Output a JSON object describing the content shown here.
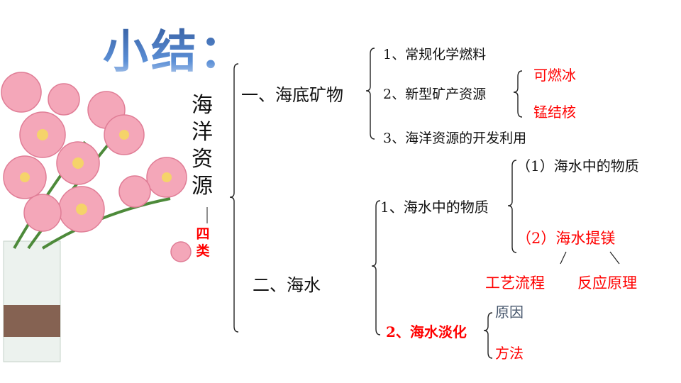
{
  "title": "小结：",
  "root": "海洋资源",
  "root_note": "四类",
  "branch1": {
    "label": "一、海底矿物",
    "items": [
      "1、常规化学燃料",
      "2、新型矿产资源",
      "3、海洋资源的开发利用"
    ],
    "sub": [
      "可燃冰",
      "锰结核"
    ]
  },
  "branch2": {
    "label": "二、海水",
    "item1": "1、海水中的物质",
    "item1_sub": [
      "（1）海水中的物质",
      "（2）海水提镁"
    ],
    "mg_sub": [
      "工艺流程",
      "反应原理"
    ],
    "item2": "2、海水淡化",
    "item2_sub": [
      "原因",
      "方法"
    ]
  },
  "colors": {
    "accent": "#ff0000",
    "title": "#2f5597",
    "neutral": "#44546a"
  }
}
